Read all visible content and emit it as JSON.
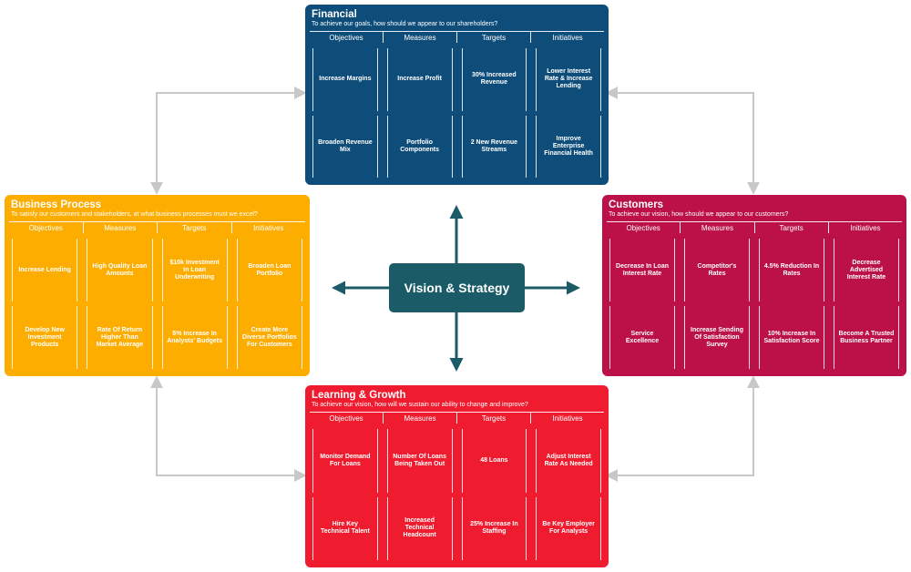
{
  "colors": {
    "financial": "#0e4d7a",
    "customers": "#bb1148",
    "business": "#fdad00",
    "learning": "#ee1c2e",
    "center": "#1b5b67",
    "arrows": "#c8c8c8"
  },
  "center": {
    "label": "Vision & Strategy"
  },
  "panels": {
    "financial": {
      "title": "Financial",
      "subtitle": "To achieve our goals, how should we appear to our shareholders?",
      "columns": [
        "Objectives",
        "Measures",
        "Targets",
        "Initiatives"
      ],
      "cells": [
        "Increase Margins",
        "Increase Profit",
        "30% Increased Revenue",
        "Lower Interest Rate & Increase Lending",
        "Broaden Revenue Mix",
        "Portfolio Components",
        "2 New Revenue Streams",
        "Improve Enterprise Financial Health"
      ]
    },
    "customers": {
      "title": "Customers",
      "subtitle": "To achieve our vision, how should we appear to our customers?",
      "columns": [
        "Objectives",
        "Measures",
        "Targets",
        "Initiatives"
      ],
      "cells": [
        "Decrease In Loan Interest Rate",
        "Competitor's Rates",
        "4.5% Reduction In Rates",
        "Decrease Advertised Interest Rate",
        "Service Excellence",
        "Increase Sending Of Satisfaction Survey",
        "10% Increase In Satisfaction Score",
        "Become A Trusted Business Partner"
      ]
    },
    "business": {
      "title": "Business Process",
      "subtitle": "To satisfy our customers and stakeholders, at what business processes must we excel?",
      "columns": [
        "Objectives",
        "Measures",
        "Targets",
        "Initiatives"
      ],
      "cells": [
        "Increase Lending",
        "High Quality Loan Amounts",
        "$10k Investment In Loan Underwriting",
        "Broaden Loan Portfolio",
        "Develop New Investment Products",
        "Rate Of Return Higher Than Market Average",
        "5% Increase In Analysts' Budgets",
        "Create More Diverse Portfolios For Customers"
      ]
    },
    "learning": {
      "title": "Learning & Growth",
      "subtitle": "To achieve our vision, how will we sustain our ability to change and improve?",
      "columns": [
        "Objectives",
        "Measures",
        "Targets",
        "Initiatives"
      ],
      "cells": [
        "Monitor Demand For Loans",
        "Number Of Loans Being Taken Out",
        "48 Loans",
        "Adjust Interest Rate As Needed",
        "Hire Key Technical Talent",
        "Increased Technical Headcount",
        "25% Increase In Staffing",
        "Be Key Employer For Analysts"
      ]
    }
  }
}
